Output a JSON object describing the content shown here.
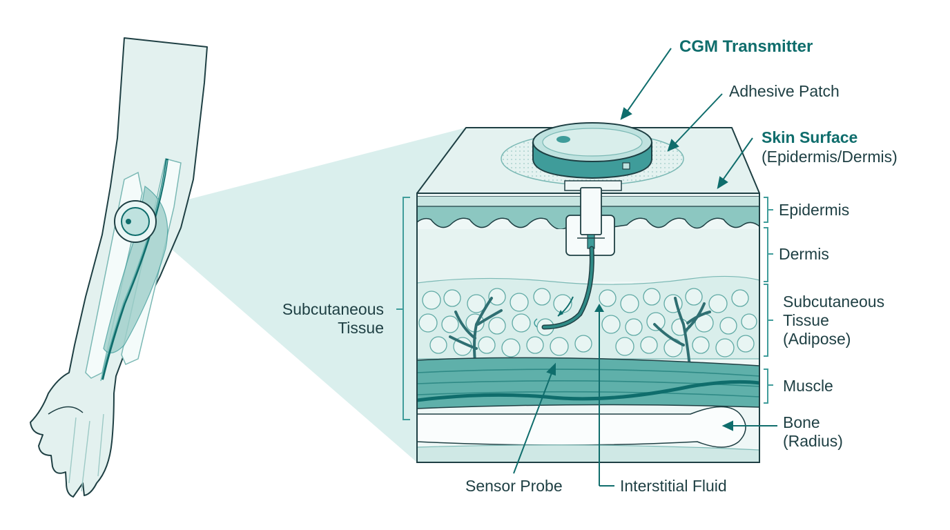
{
  "labels": {
    "transmitter": "CGM Transmitter",
    "adhesive_patch": "Adhesive Patch",
    "skin_surface_title": "Skin Surface",
    "skin_surface_sub": "(Epidermis/Dermis)",
    "epidermis": "Epidermis",
    "dermis": "Dermis",
    "subcutaneous_right": "Subcutaneous\nTissue\n(Adipose)",
    "muscle": "Muscle",
    "bone": "Bone\n(Radius)",
    "subcutaneous_left": "Subcutaneous\nTissue",
    "sensor_probe": "Sensor Probe",
    "interstitial_fluid": "Interstitial Fluid"
  },
  "colors": {
    "teal_dark": "#0f6d6c",
    "teal_mid": "#3f9c9a",
    "teal_light": "#bfe2df",
    "zoom_fill": "#d3ecea",
    "outline": "#1e3f43",
    "arm_fill": "#e3f1ef"
  },
  "icons": [
    "cgm-transmitter-icon",
    "adhesive-patch-icon",
    "sensor-probe-icon"
  ]
}
